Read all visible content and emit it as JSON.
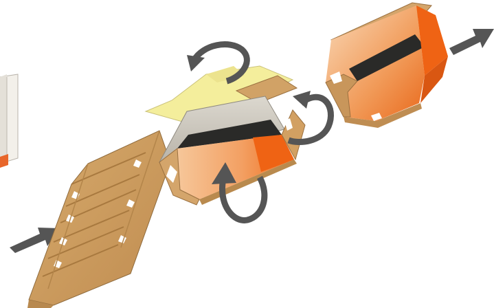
{
  "diagram": {
    "stages": [
      {
        "id": "flat-blank",
        "kind": "unfolded-blank"
      },
      {
        "id": "folding-box",
        "kind": "partially-folded-box"
      },
      {
        "id": "finished-box",
        "kind": "folded-box"
      }
    ],
    "arrows": [
      {
        "id": "feed-in",
        "kind": "straight"
      },
      {
        "id": "fold-top",
        "kind": "curved"
      },
      {
        "id": "fold-side",
        "kind": "curved"
      },
      {
        "id": "fold-bottom",
        "kind": "curved"
      },
      {
        "id": "feed-out",
        "kind": "straight"
      }
    ],
    "colors": {
      "kraft": "#c99758",
      "kraft_dark": "#a37343",
      "liner": "#ede2bc",
      "glue_strip": "#f4ee9c",
      "orange": "#f06a18",
      "orange_light": "#f4a76a",
      "black_band": "#2a2a28",
      "grey_inner": "#c9c4b9",
      "arrow": "#555555"
    }
  }
}
